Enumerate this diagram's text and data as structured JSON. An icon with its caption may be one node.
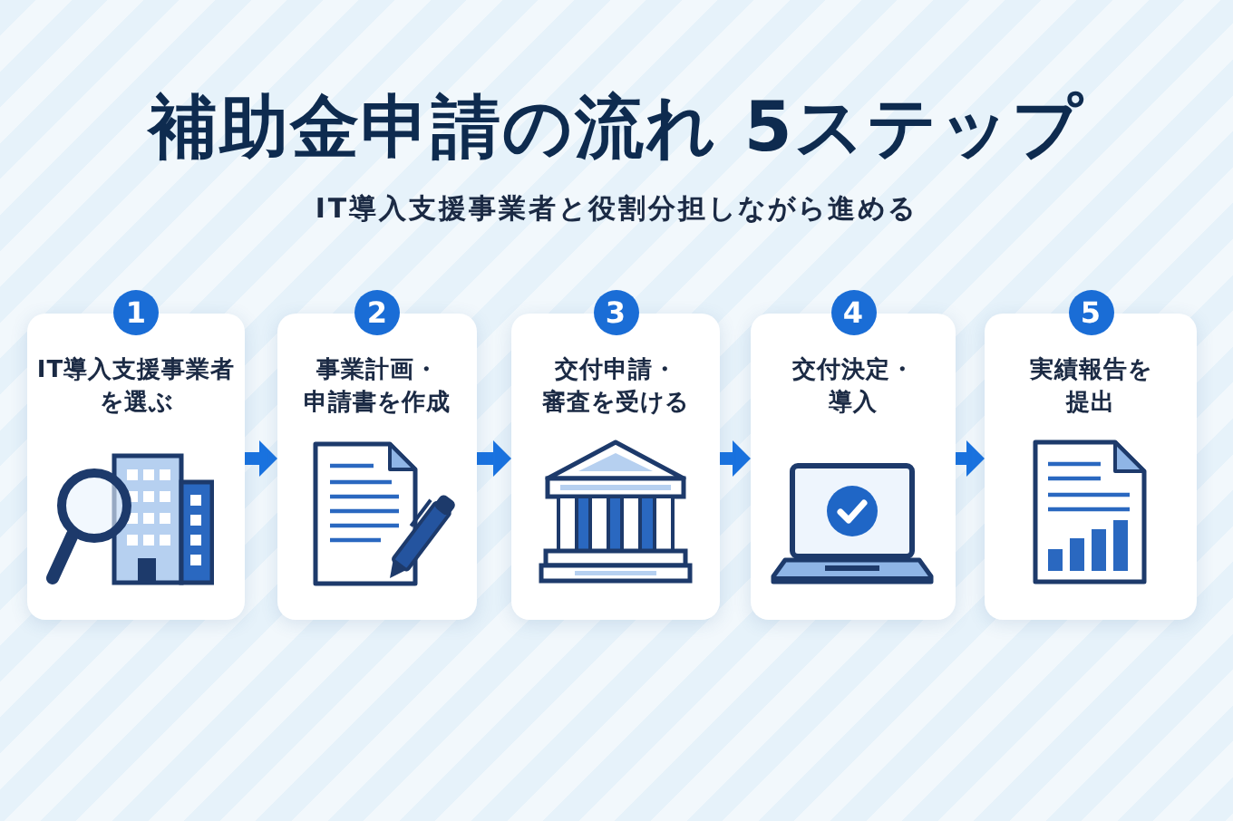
{
  "diagram": {
    "title": "補助金申請の流れ 5ステップ",
    "nodes": [
      {
        "text": [
          "1",
          "IT導入支援事業者を選ぶ"
        ]
      },
      {
        "text": [
          "2",
          "事業計画・申請書を作成"
        ]
      },
      {
        "text": [
          "3",
          "交付申請・審査を受ける"
        ]
      },
      {
        "text": [
          "4",
          "交付決定・導入"
        ]
      },
      {
        "text": [
          "5",
          "実績報告を提出"
        ]
      }
    ],
    "edges": [
      {
        "from": 0,
        "to": 1,
        "arrow": "to"
      },
      {
        "from": 1,
        "to": 2,
        "arrow": "to"
      },
      {
        "from": 2,
        "to": 3,
        "arrow": "to"
      },
      {
        "from": 3,
        "to": 4,
        "arrow": "to"
      }
    ],
    "labels": [
      "IT導入支援事業者と役割分担しながら進める"
    ]
  }
}
